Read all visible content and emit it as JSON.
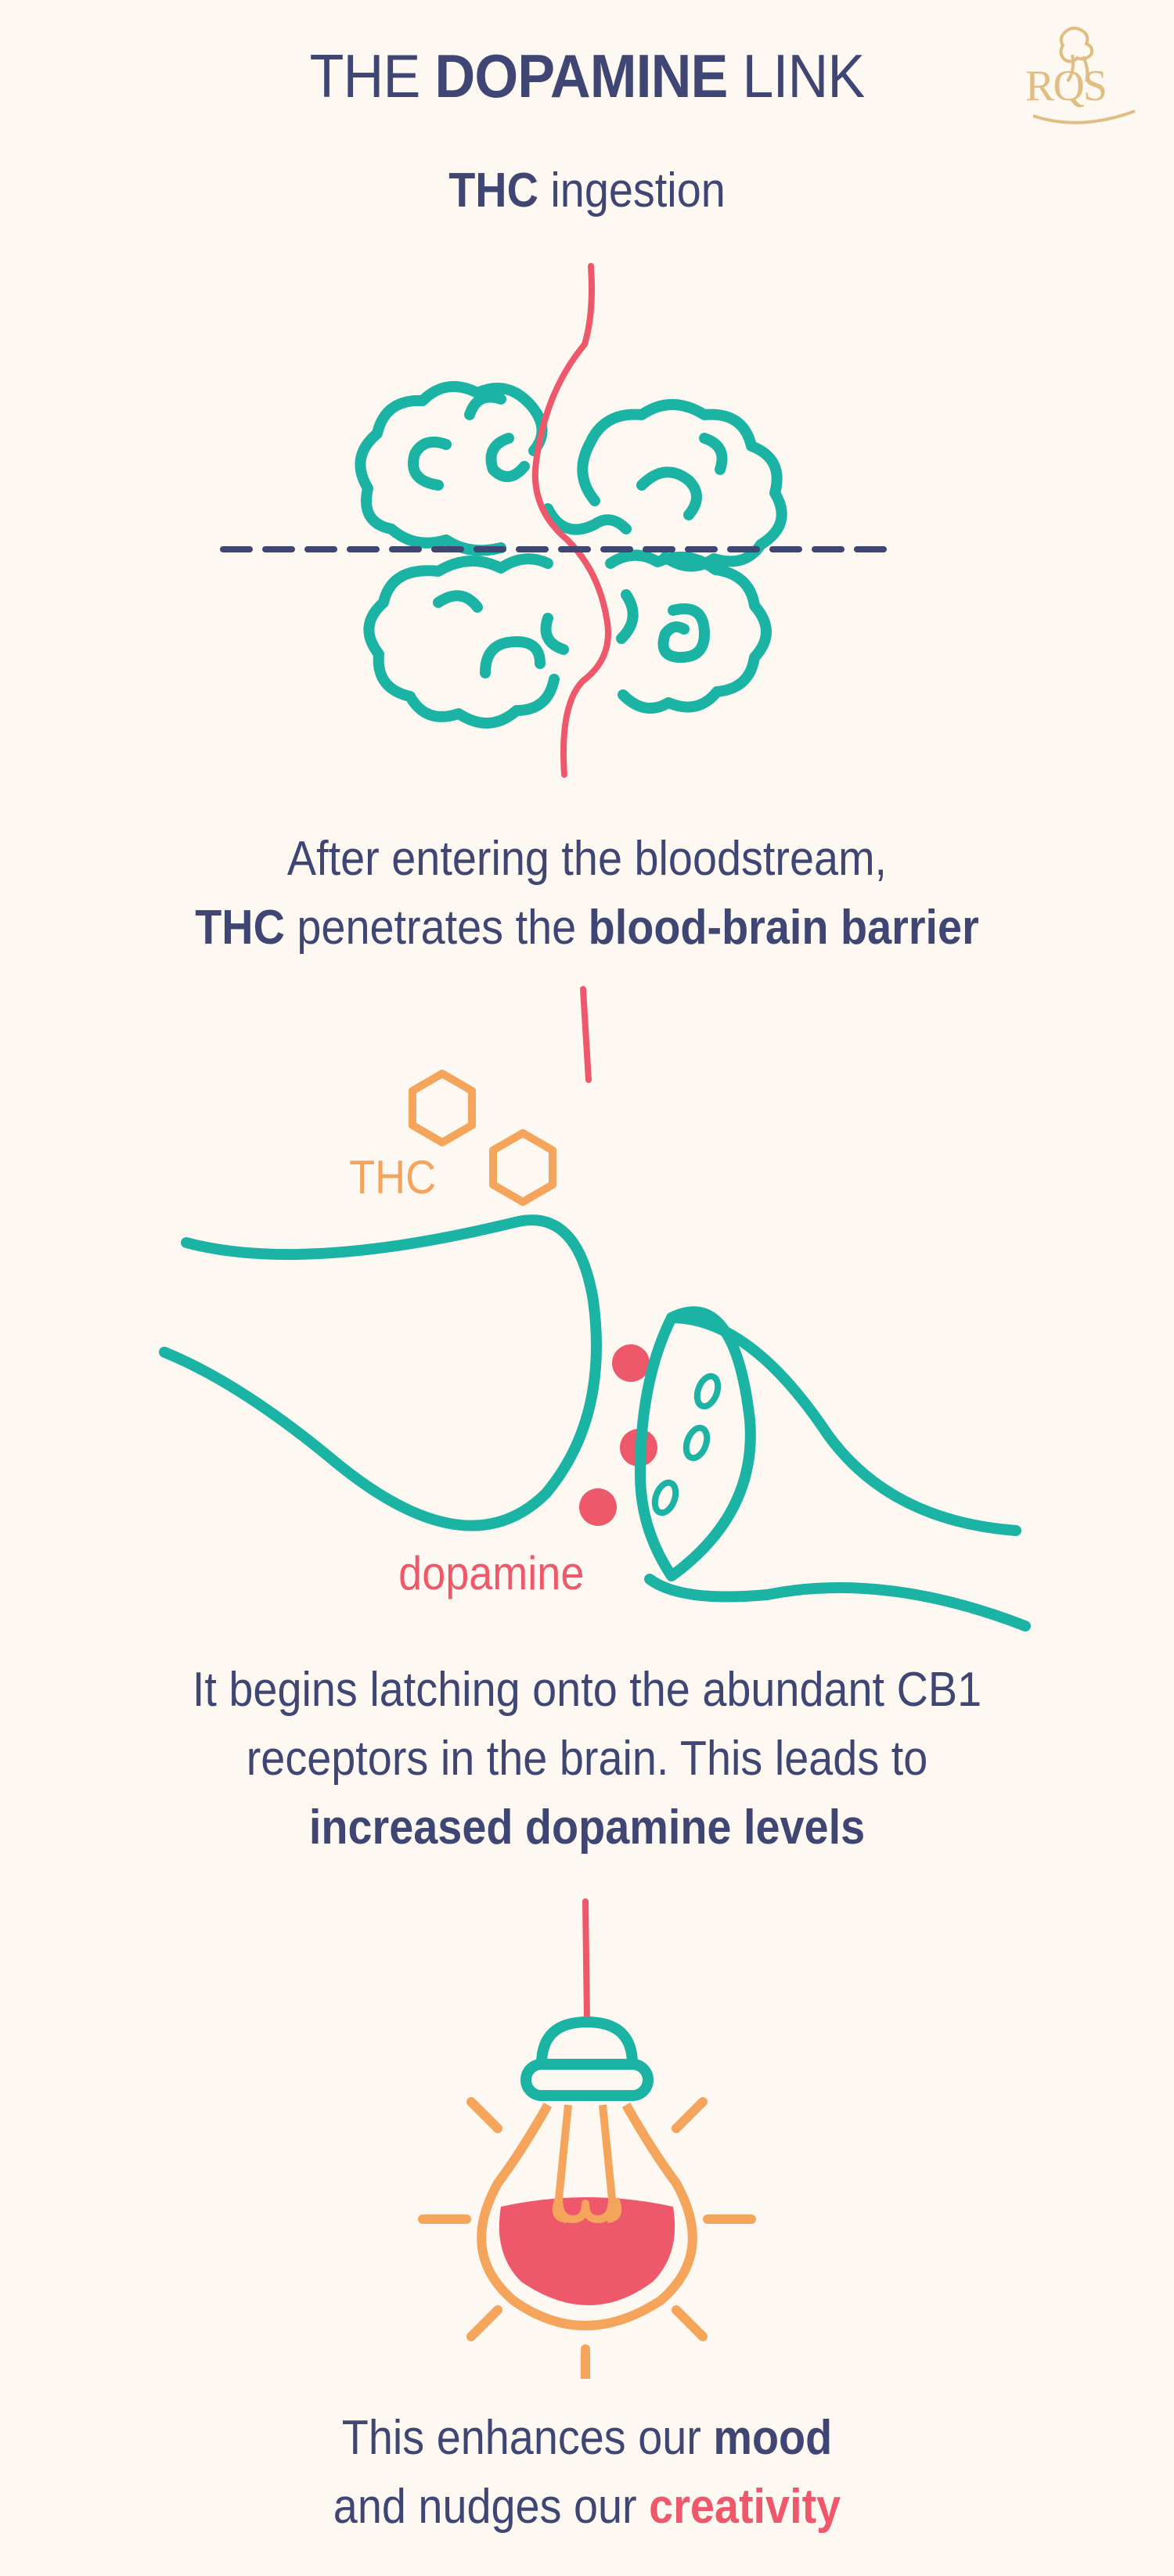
{
  "title": {
    "prefix": "THE ",
    "bold": "DOPAMINE",
    "suffix": " LINK"
  },
  "logo": {
    "text": "RQS"
  },
  "step1": {
    "bold": "THC",
    "rest": " ingestion"
  },
  "step2": {
    "line1": "After entering the bloodstream,",
    "line2_bold_a": "THC",
    "line2_mid": " penetrates the ",
    "line2_bold_b": "blood-brain barrier"
  },
  "synapse": {
    "thc_label": "THC",
    "dopamine_label": "dopamine"
  },
  "step3": {
    "line1": "It begins latching onto the abundant CB1",
    "line2": "receptors in the brain. This leads to",
    "line3_bold": "increased dopamine levels"
  },
  "step4": {
    "line1_plain": "This enhances our ",
    "line1_bold": "mood",
    "line2_plain": "and nudges our ",
    "line2_bold": "creativity"
  },
  "colors": {
    "navy": "#3f4674",
    "teal": "#1bb3a4",
    "pink": "#ee586b",
    "orange": "#f4a45b",
    "gold": "#e2bd82",
    "background": "#fdf9f2"
  },
  "icons": [
    "brain-icon",
    "hexagon-icon",
    "neuron-synapse-icon",
    "dopamine-dot-icon",
    "light-bulb-icon",
    "lion-crest-icon"
  ]
}
